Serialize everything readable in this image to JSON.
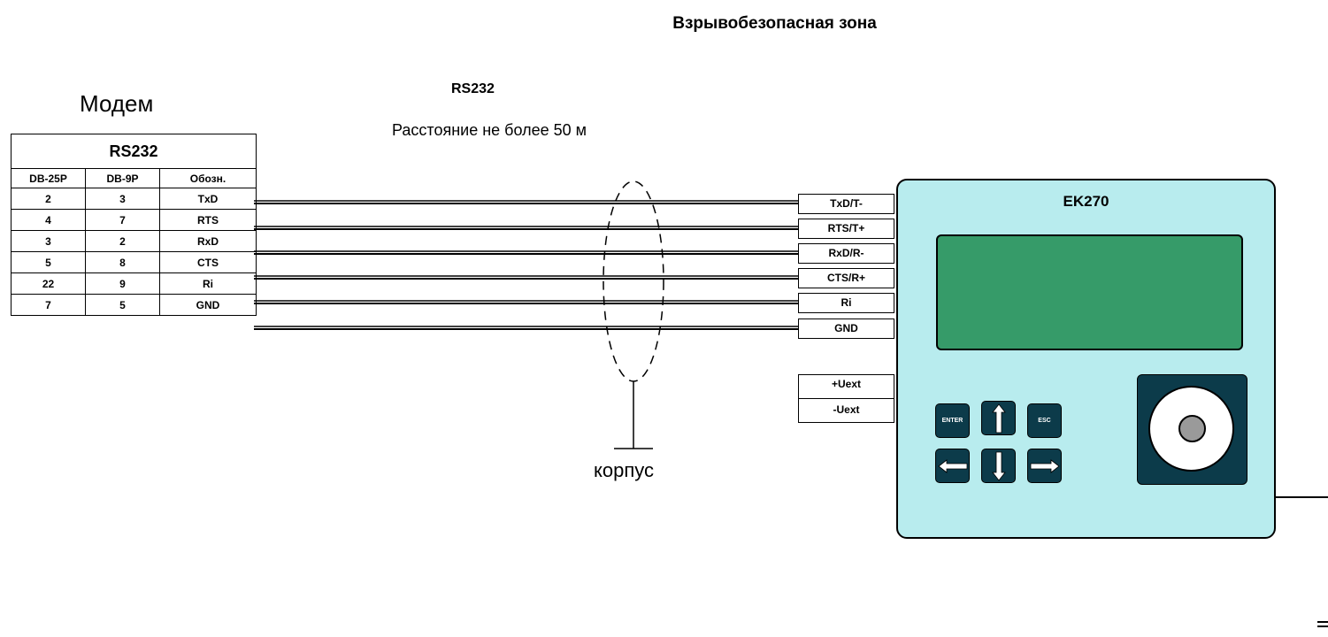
{
  "zone_title": "Взрывобезопасная зона",
  "modem": {
    "title": "Модем",
    "table_title": "RS232",
    "columns": [
      "DB-25P",
      "DB-9P",
      "Обозн."
    ],
    "rows": [
      [
        "2",
        "3",
        "TxD"
      ],
      [
        "4",
        "7",
        "RTS"
      ],
      [
        "3",
        "2",
        "RxD"
      ],
      [
        "5",
        "8",
        "CTS"
      ],
      [
        "22",
        "9",
        "Ri"
      ],
      [
        "7",
        "5",
        "GND"
      ]
    ]
  },
  "cable": {
    "label": "RS232",
    "distance": "Расстояние не более 50 м",
    "ground_label": "корпус"
  },
  "device": {
    "name": "EK270",
    "terminals": [
      "TxD/T-",
      "RTS/T+",
      "RxD/R-",
      "CTS/R+",
      "Ri",
      "GND"
    ],
    "power_terminals": [
      "+Uext",
      "-Uext"
    ],
    "keys": {
      "enter": "ENTER",
      "esc": "ESC",
      "up": "up-arrow-icon",
      "down": "down-arrow-icon",
      "left": "left-arrow-icon",
      "right": "right-arrow-icon"
    }
  },
  "colors": {
    "device_body": "#b8ecee",
    "display": "#369b69",
    "keys": "#0c3b4a",
    "knob": "#9a9a9a"
  }
}
